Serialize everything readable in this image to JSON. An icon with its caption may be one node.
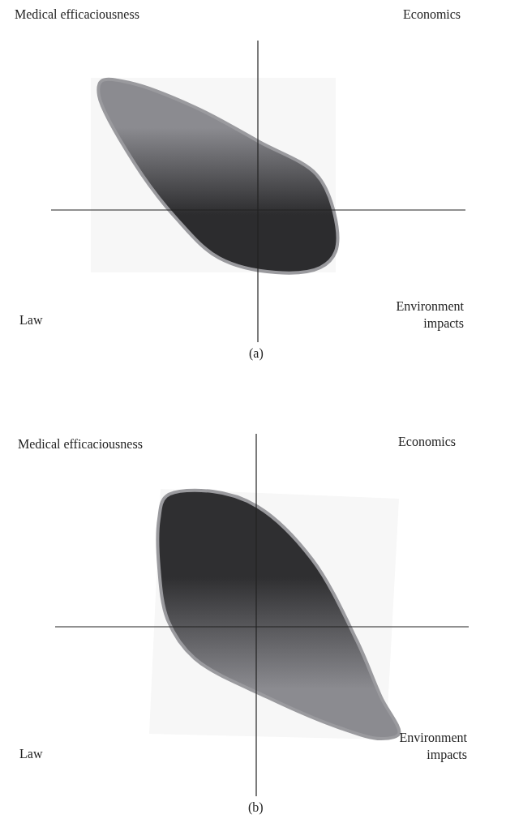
{
  "diagram": {
    "labels": [
      "Medical efficaciousness",
      "Economics",
      "Law",
      "Environment impacts",
      "(a)",
      "Medical efficaciousness",
      "Economics",
      "Law",
      "Environment impacts",
      "(b)"
    ]
  }
}
